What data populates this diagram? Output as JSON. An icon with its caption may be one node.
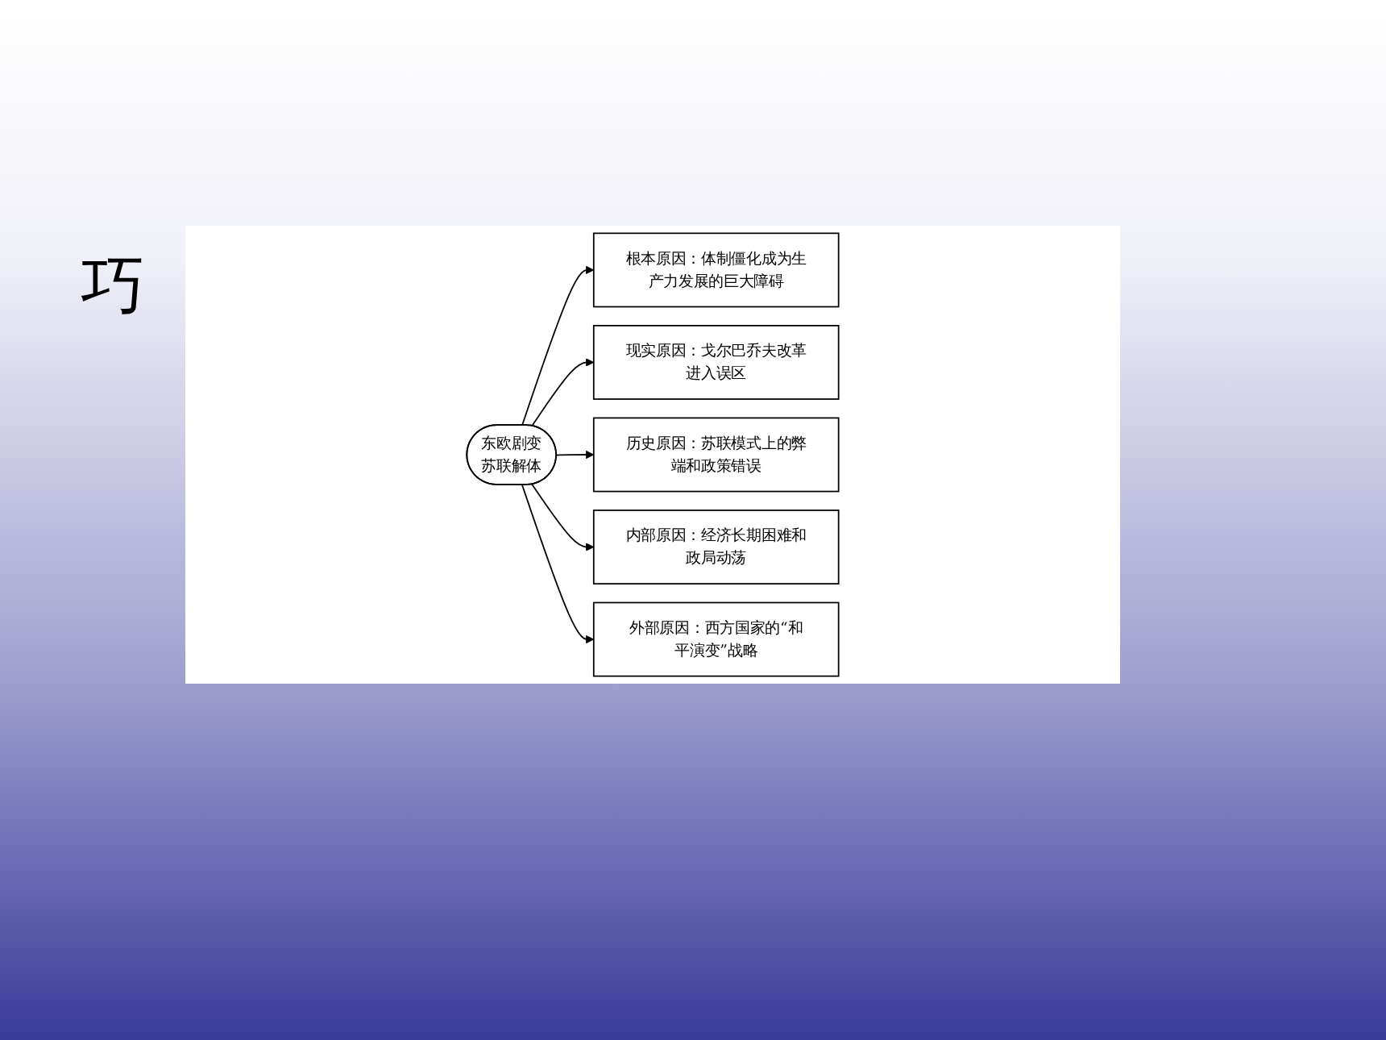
{
  "diagram": {
    "nodes": [
      {
        "text": [
          "根本原因：体制僵化成为生产力发展的巨大障碍"
        ]
      },
      {
        "text": [
          "现实原因：戈尔巴乔夫改革进入误区"
        ]
      },
      {
        "text": [
          "东欧剧变",
          "苏联解体"
        ]
      },
      {
        "text": [
          "历史原因：苏联模式上的弊端和政策错误"
        ]
      },
      {
        "text": [
          "内部原因：经济长期困难和政局动荡"
        ]
      },
      {
        "text": [
          "外部原因：西方国家的“和平演变”战略"
        ]
      }
    ],
    "edges": [
      {
        "from": 2,
        "to": 0,
        "arrow": "to"
      },
      {
        "from": 2,
        "to": 1,
        "arrow": "to"
      },
      {
        "from": 2,
        "to": 3,
        "arrow": "to"
      },
      {
        "from": 2,
        "to": 4,
        "arrow": "to"
      },
      {
        "from": 2,
        "to": 5,
        "arrow": "to"
      }
    ],
    "labels": [
      "巧"
    ]
  }
}
